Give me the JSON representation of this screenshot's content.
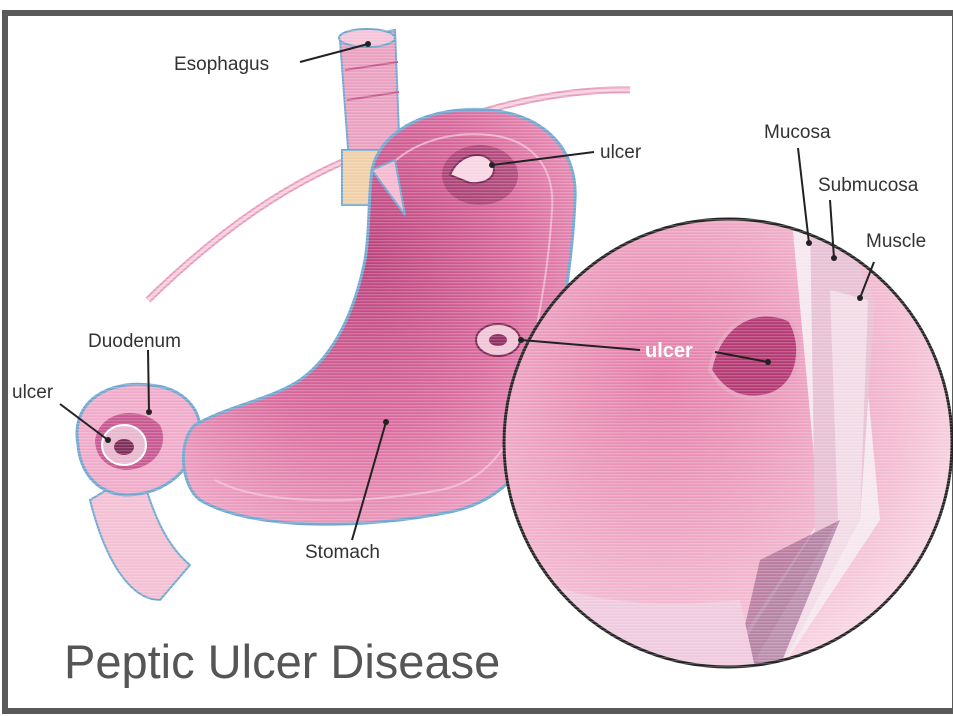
{
  "title": "Peptic Ulcer Disease",
  "labels": {
    "esophagus": "Esophagus",
    "ulcer_top": "ulcer",
    "mucosa": "Mucosa",
    "submucosa": "Submucosa",
    "muscle": "Muscle",
    "duodenum": "Duodenum",
    "ulcer_left": "ulcer",
    "ulcer_middle": "ulcer",
    "stomach": "Stomach"
  },
  "colors": {
    "frame": "#555555",
    "tissue_pink": "#e8a3c0",
    "tissue_dark": "#c54d86",
    "tissue_deep": "#a83a70",
    "outline": "#6fa6cf"
  }
}
